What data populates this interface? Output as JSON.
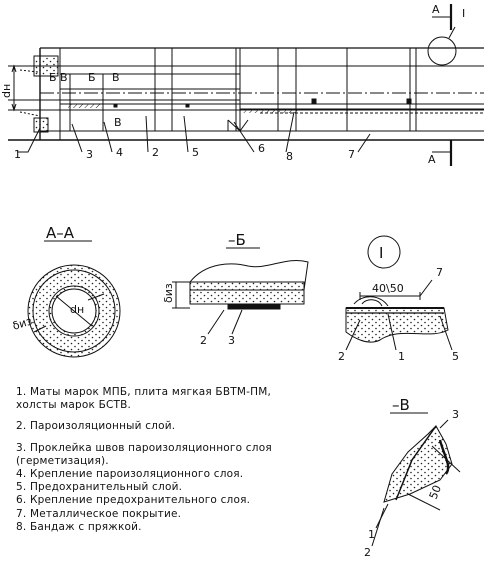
{
  "views": {
    "section_marker_top": "А",
    "section_marker_bottom": "А",
    "detail_marker": "I",
    "section_a": "А–А",
    "view_b": "–Б",
    "detail_i": "I",
    "view_v": "–В"
  },
  "dimensions": {
    "main_pipe": "dн",
    "section_diameter": "dн",
    "section_thickness": "δиз",
    "view_b_thickness": "δиз",
    "detail_overlap": "40\\50",
    "view_v_overlap": "50"
  },
  "cut_marks": {
    "b1": "Б",
    "b2": "Б",
    "v1": "В",
    "v2": "В",
    "v3": "В"
  },
  "callouts": {
    "main": [
      "1",
      "3",
      "4",
      "2",
      "5",
      "6",
      "8",
      "7"
    ],
    "view_b": [
      "2",
      "3"
    ],
    "detail_i": [
      "7",
      "2",
      "1",
      "5"
    ],
    "view_v": [
      "3",
      "1",
      "2"
    ]
  },
  "legend": [
    {
      "text": "1. Маты марок МПБ, плита мягкая БВТМ-ПМ,"
    },
    {
      "text": "    холсты марок БСТВ."
    },
    {
      "text": "2. Пароизоляционный слой."
    },
    {
      "text": "3. Проклейка швов пароизоляционного слоя"
    },
    {
      "text": "    (герметизация)."
    },
    {
      "text": "4. Крепление пароизоляционного слоя."
    },
    {
      "text": "5. Предохранительный слой."
    },
    {
      "text": "6. Крепление предохранительного слоя."
    },
    {
      "text": "7. Металлическое покрытие."
    },
    {
      "text": "8. Бандаж с пряжкой."
    }
  ]
}
